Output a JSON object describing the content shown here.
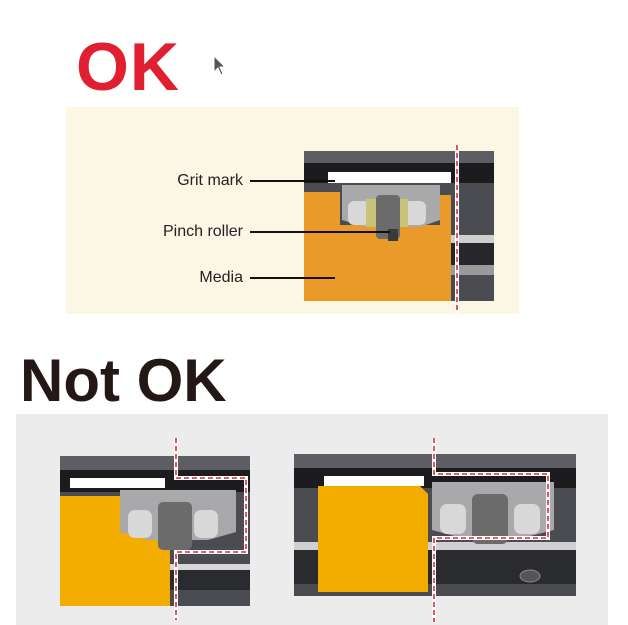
{
  "ok_section": {
    "heading": "OK",
    "heading_color": "#e02030",
    "labels": {
      "grit_mark": "Grit mark",
      "pinch_roller": "Pinch roller",
      "media": "Media"
    }
  },
  "not_ok_section": {
    "heading": "Not OK",
    "heading_color": "#231815"
  },
  "colors": {
    "ok_panel_bg": "#fbf7e4",
    "not_ok_panel_bg": "#ececec",
    "media_ok": "#ea9a28",
    "media_not_ok": "#f2ad00",
    "machine_body": "#4a4c52",
    "roller": "#6b6b6b",
    "guide_line": "#d8283a"
  },
  "icons": {
    "cursor": "mouse-pointer-icon"
  }
}
